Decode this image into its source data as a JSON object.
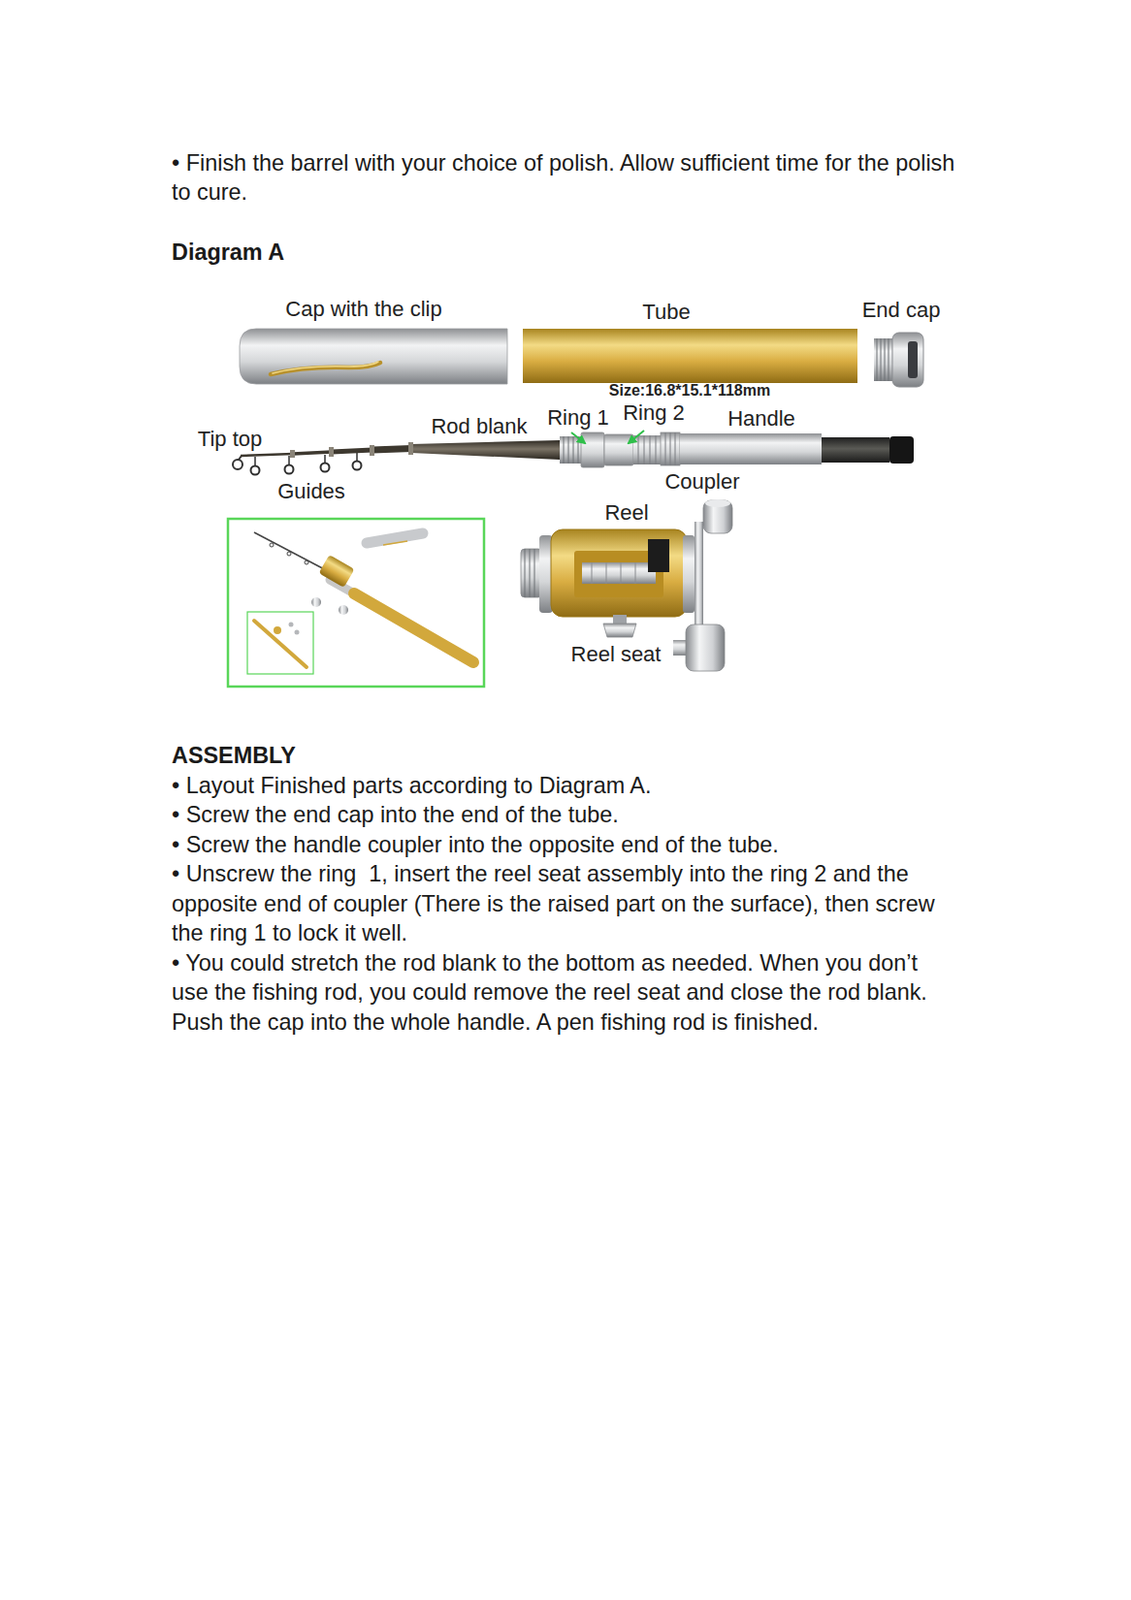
{
  "diagram": {
    "title": "Diagram A",
    "labels": [
      "• Finish the barrel with your choice of polish. Allow sufficient time for the polish to cure.",
      "Cap with the clip",
      "Tube",
      "End cap",
      "Size:16.8*15.1*118mm",
      "Tip top",
      "Rod blank",
      "Ring 1",
      "Ring 2",
      "Handle",
      "Guides",
      "Coupler",
      "Reel",
      "Reel seat",
      "ASSEMBLY",
      "• Layout Finished parts according to Diagram A.",
      "• Screw the end cap into the end of the tube.",
      "• Screw the handle coupler into the opposite end of the tube.",
      "• Unscrew the ring  1, insert the reel seat assembly into the ring 2 and the opposite end of coupler (There is the raised part on the surface), then screw the ring 1 to lock it well.",
      "• You could stretch the rod blank to the bottom as needed. When you don’t use the fishing rod, you could remove the reel seat and close the rod blank. Push the cap into the whole handle. A pen fishing rod is finished."
    ]
  }
}
